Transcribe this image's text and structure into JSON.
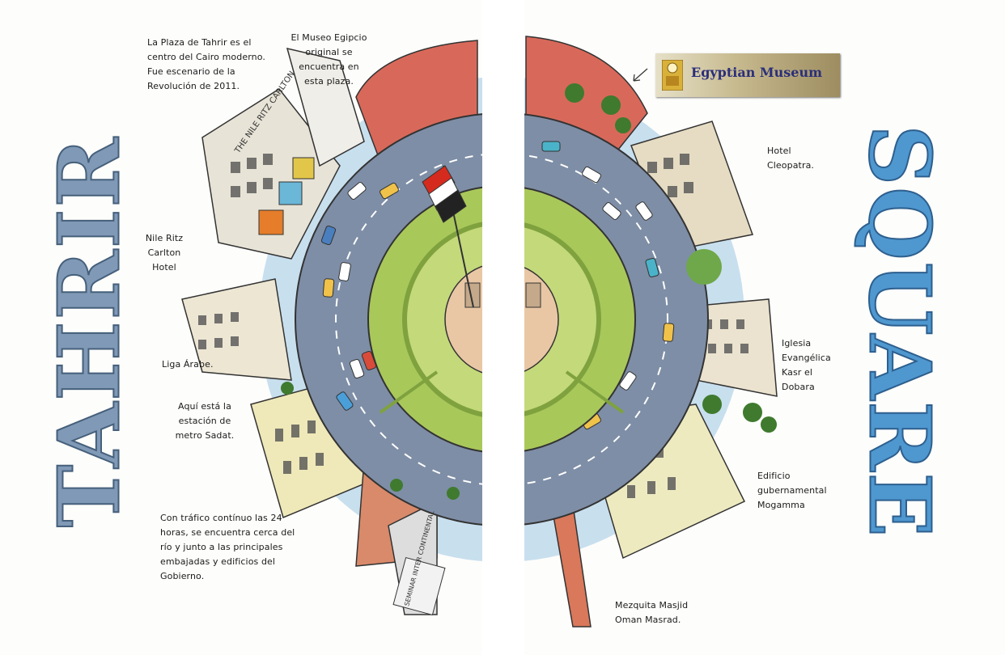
{
  "titles": {
    "left": "TAHRIR",
    "right": "SQUARE"
  },
  "museum_label": {
    "text": "Egyptian Museum"
  },
  "annotations": {
    "plaza_intro": "La Plaza de Tahrir es el\ncentro del Cairo moderno.\nFue escenario de la\nRevolución de 2011.",
    "museum_note": "El Museo Egipcio\noriginal se\nencuentra en\nesta plaza.",
    "nile_ritz": "Nile Ritz\nCarlton\nHotel",
    "liga_arabe": "Liga Árabe.",
    "metro": "Aquí está la\nestación de\nmetro Sadat.",
    "traffic": "Con tráfico contínuo las 24\nhoras, se encuentra cerca del\nrío y junto a las principales\nembajadas y edificios del\nGobierno.",
    "hotel_cleopatra": "Hotel\nCleopatra.",
    "iglesia": "Iglesia\nEvangélica\nKasr el\nDobara",
    "mogamma": "Edificio\ngubernamental\nMogamma",
    "mezquita": "Mezquita Masjid\nOman Masrad."
  },
  "signs": {
    "ritz_sign": "THE NILE RITZ CARLTON",
    "banner": "SEMINAR INTER CONTINENTAL"
  },
  "colors": {
    "sky": "#9cc6e4",
    "road": "#7e8ea6",
    "grass": "#a9c85a",
    "grass_dark": "#7fa23f",
    "plaza": "#e9c7a5",
    "museum": "#d8695a",
    "buildings": "#e7e1c9",
    "title_left": "#7f99b6",
    "title_right": "#4f97cf"
  },
  "icons": {
    "flag": "egypt-flag-icon",
    "museum_logo": "egyptian-museum-logo-icon"
  }
}
